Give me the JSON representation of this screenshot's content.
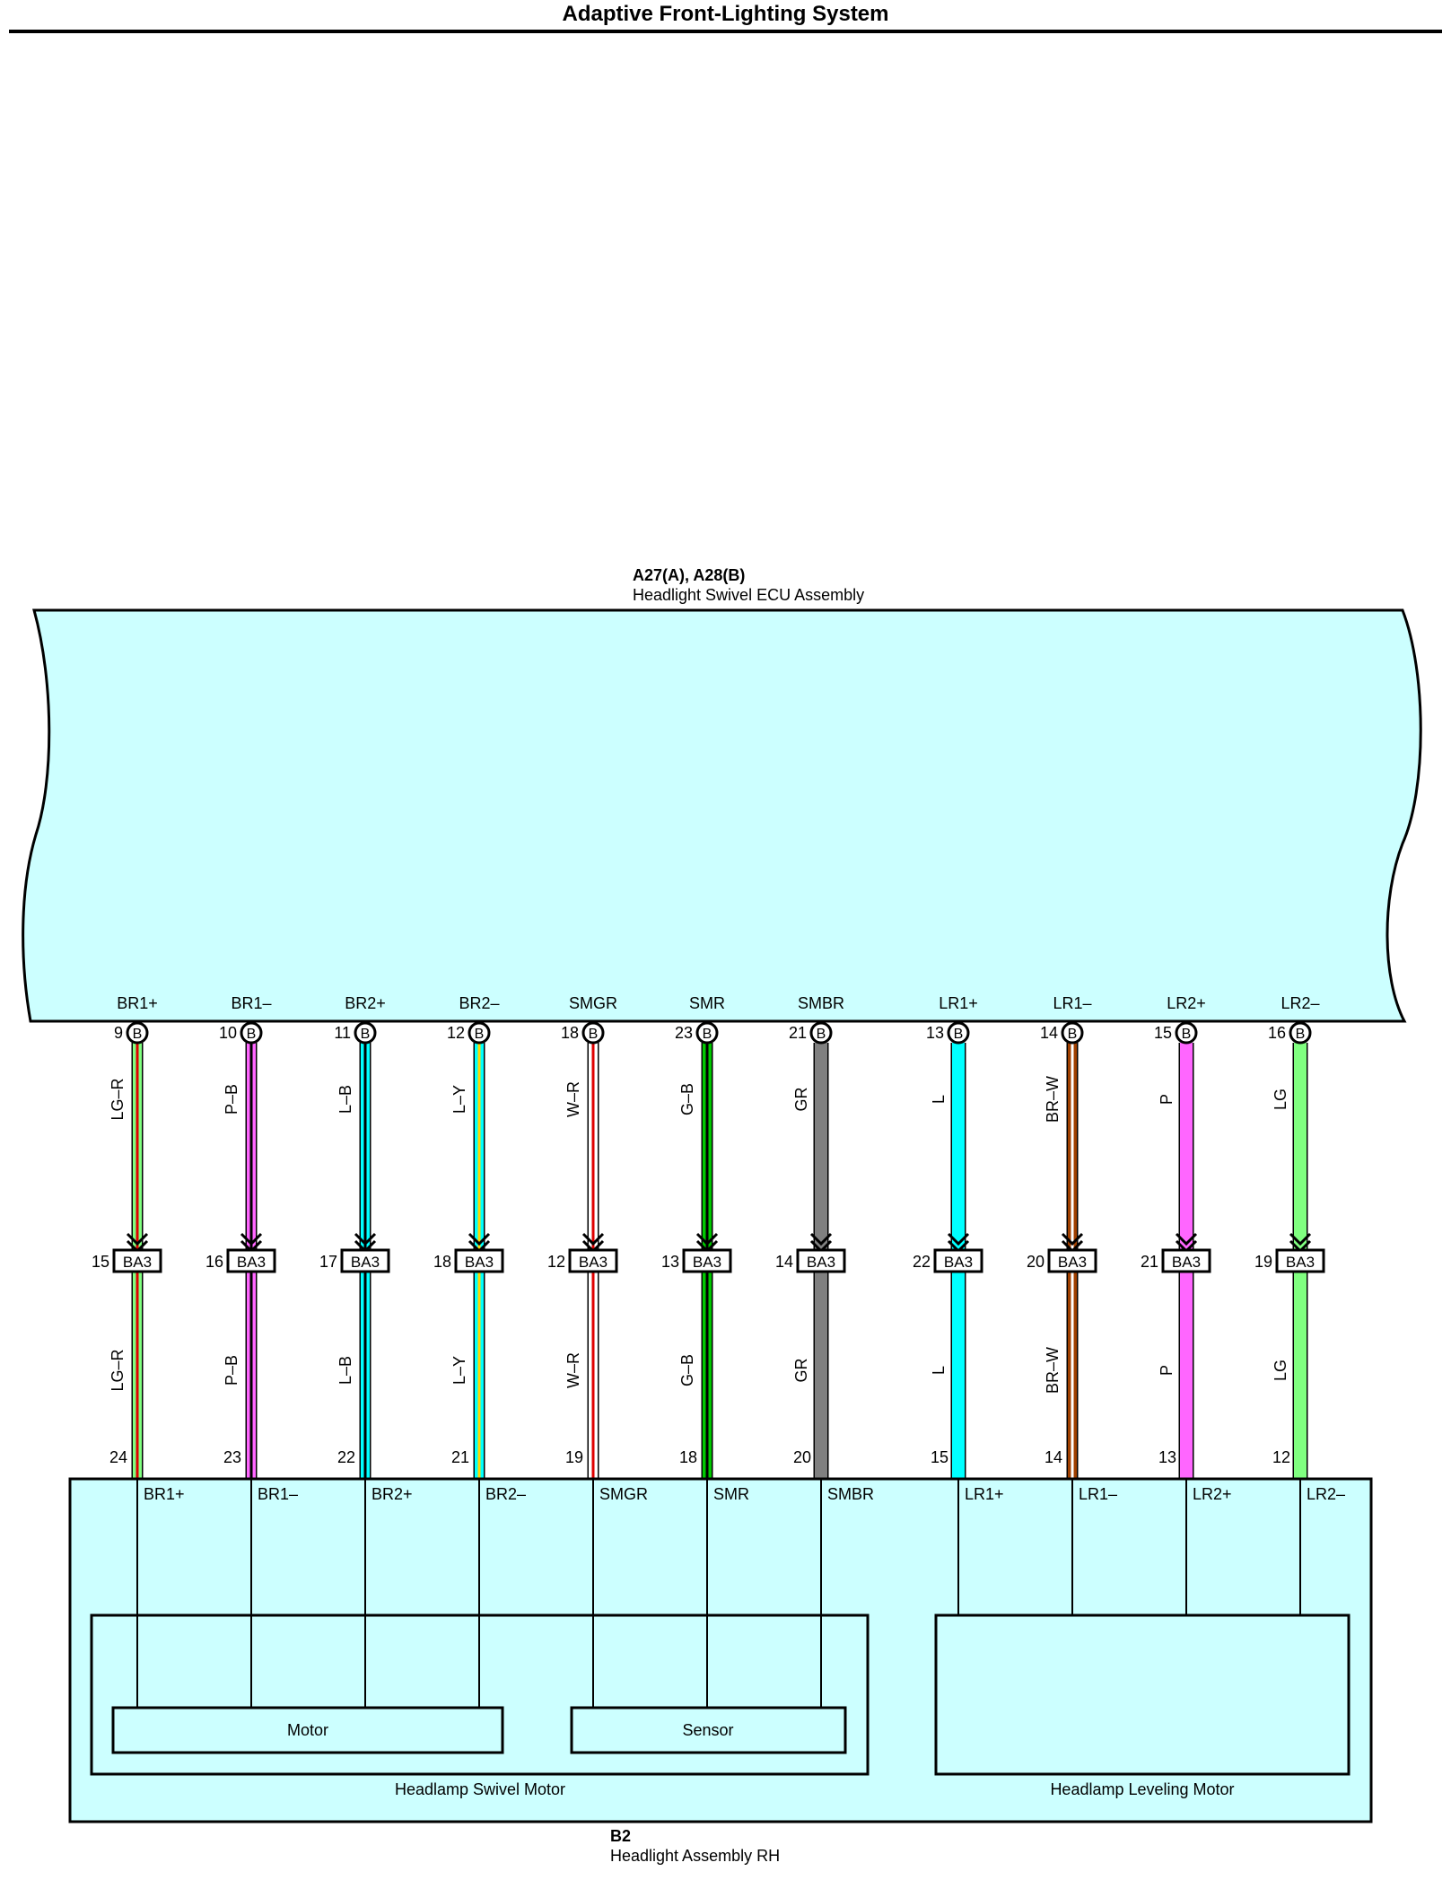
{
  "title": "Adaptive Front-Lighting System",
  "ecu": {
    "code": "A27(A), A28(B)",
    "name": "Headlight Swivel ECU Assembly"
  },
  "headlight": {
    "code": "B2",
    "name": "Headlight Assembly RH",
    "swivel_motor_label": "Headlamp Swivel Motor",
    "leveling_motor_label": "Headlamp Leveling Motor",
    "motor_label": "Motor",
    "sensor_label": "Sensor"
  },
  "connector_label": "BA3",
  "ecu_connector": "B",
  "colors": {
    "ecu_fill": "#ccffff",
    "LG": "#80ff80",
    "R": "#e00000",
    "P": "#ff66ff",
    "B": "#000000",
    "L": "#00ffff",
    "Y": "#ffd800",
    "W": "#ffffff",
    "G": "#00c800",
    "GR": "#808080",
    "BR": "#a04000"
  },
  "wires": [
    {
      "signal": "BR1+",
      "ecu_pin": "9",
      "wire": "LG–R",
      "ba3_pin": "15",
      "head_pin": "24",
      "base": "LG",
      "stripe": "R"
    },
    {
      "signal": "BR1–",
      "ecu_pin": "10",
      "wire": "P–B",
      "ba3_pin": "16",
      "head_pin": "23",
      "base": "P",
      "stripe": "B"
    },
    {
      "signal": "BR2+",
      "ecu_pin": "11",
      "wire": "L–B",
      "ba3_pin": "17",
      "head_pin": "22",
      "base": "L",
      "stripe": "B"
    },
    {
      "signal": "BR2–",
      "ecu_pin": "12",
      "wire": "L–Y",
      "ba3_pin": "18",
      "head_pin": "21",
      "base": "L",
      "stripe": "Y"
    },
    {
      "signal": "SMGR",
      "ecu_pin": "18",
      "wire": "W–R",
      "ba3_pin": "12",
      "head_pin": "19",
      "base": "W",
      "stripe": "R"
    },
    {
      "signal": "SMR",
      "ecu_pin": "23",
      "wire": "G–B",
      "ba3_pin": "13",
      "head_pin": "18",
      "base": "G",
      "stripe": "B"
    },
    {
      "signal": "SMBR",
      "ecu_pin": "21",
      "wire": "GR",
      "ba3_pin": "14",
      "head_pin": "20",
      "base": "GR",
      "stripe": null
    },
    {
      "signal": "LR1+",
      "ecu_pin": "13",
      "wire": "L",
      "ba3_pin": "22",
      "head_pin": "15",
      "base": "L",
      "stripe": null
    },
    {
      "signal": "LR1–",
      "ecu_pin": "14",
      "wire": "BR–W",
      "ba3_pin": "20",
      "head_pin": "14",
      "base": "BR",
      "stripe": "W"
    },
    {
      "signal": "LR2+",
      "ecu_pin": "15",
      "wire": "P",
      "ba3_pin": "21",
      "head_pin": "13",
      "base": "P",
      "stripe": null
    },
    {
      "signal": "LR2–",
      "ecu_pin": "16",
      "wire": "LG",
      "ba3_pin": "19",
      "head_pin": "12",
      "base": "LG",
      "stripe": null
    }
  ]
}
